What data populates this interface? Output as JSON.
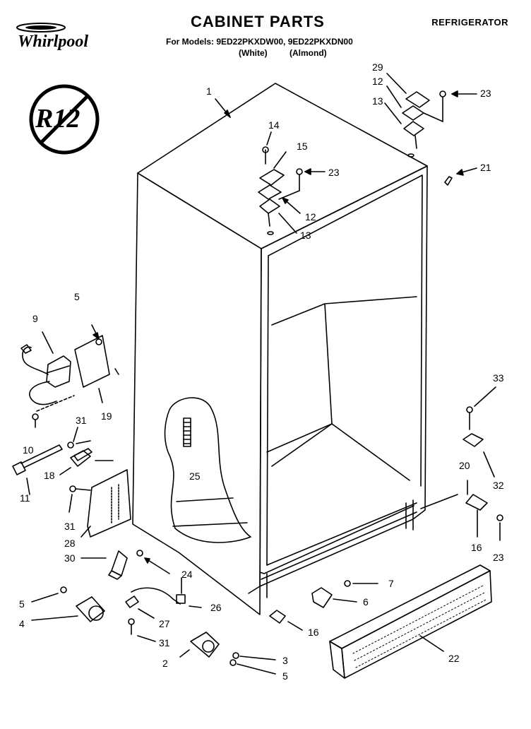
{
  "header": {
    "title": "CABINET PARTS",
    "category": "REFRIGERATOR",
    "models_line": "For Models: 9ED22PKXDW00, 9ED22PKXDN00",
    "color_white": "(White)",
    "color_almond": "(Almond)"
  },
  "brand": {
    "name": "Whirlpool"
  },
  "refrigerant_badge": {
    "text": "R12"
  },
  "callouts": [
    {
      "id": "c1",
      "label": "1"
    },
    {
      "id": "c29",
      "label": "29"
    },
    {
      "id": "c12a",
      "label": "12"
    },
    {
      "id": "c13a",
      "label": "13"
    },
    {
      "id": "c23a",
      "label": "23"
    },
    {
      "id": "c14",
      "label": "14"
    },
    {
      "id": "c15",
      "label": "15"
    },
    {
      "id": "c23b",
      "label": "23"
    },
    {
      "id": "c21",
      "label": "21"
    },
    {
      "id": "c12b",
      "label": "12"
    },
    {
      "id": "c13b",
      "label": "13"
    },
    {
      "id": "c5a",
      "label": "5"
    },
    {
      "id": "c9",
      "label": "9"
    },
    {
      "id": "c19",
      "label": "19"
    },
    {
      "id": "c10",
      "label": "10"
    },
    {
      "id": "c31a",
      "label": "31"
    },
    {
      "id": "c18",
      "label": "18"
    },
    {
      "id": "c11",
      "label": "11"
    },
    {
      "id": "c25",
      "label": "25"
    },
    {
      "id": "c31b",
      "label": "31"
    },
    {
      "id": "c28",
      "label": "28"
    },
    {
      "id": "c30",
      "label": "30"
    },
    {
      "id": "c24",
      "label": "24"
    },
    {
      "id": "c33",
      "label": "33"
    },
    {
      "id": "c20",
      "label": "20"
    },
    {
      "id": "c32",
      "label": "32"
    },
    {
      "id": "c16a",
      "label": "16"
    },
    {
      "id": "c23c",
      "label": "23"
    },
    {
      "id": "c7",
      "label": "7"
    },
    {
      "id": "c6",
      "label": "6"
    },
    {
      "id": "c16b",
      "label": "16"
    },
    {
      "id": "c22",
      "label": "22"
    },
    {
      "id": "c5b",
      "label": "5"
    },
    {
      "id": "c4",
      "label": "4"
    },
    {
      "id": "c26",
      "label": "26"
    },
    {
      "id": "c27",
      "label": "27"
    },
    {
      "id": "c31c",
      "label": "31"
    },
    {
      "id": "c2",
      "label": "2"
    },
    {
      "id": "c3",
      "label": "3"
    },
    {
      "id": "c5c",
      "label": "5"
    }
  ]
}
